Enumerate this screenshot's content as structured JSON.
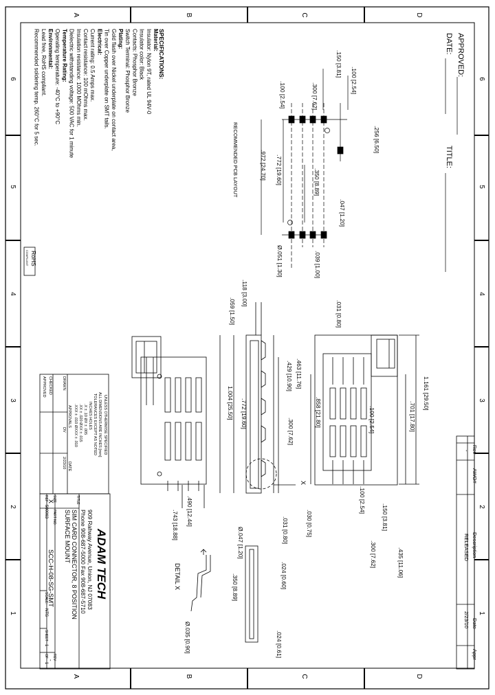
{
  "title_block": {
    "company": "ADAM TECH",
    "address": "909 Rahway Avenue, Union, NJ 07083",
    "phone": "Phone 908-687-5000  Fax 908-687-5710",
    "title_label": "TITLE",
    "title_line1": "SIM CARD CONNECTOR, 8 POSITION",
    "title_line2": "SURFACE MOUNT",
    "size_label": "SIZE",
    "size_value": "X",
    "part_label": "PART NO.",
    "part_no": "SCC-H-08-SG-SMT",
    "ref_label": "REF",
    "ref_value": "500063",
    "scale_label": "SCALE:",
    "scale_value": "NTS",
    "sheet_label": "SHEET",
    "sheet_value": "1",
    "of_label": "OF",
    "of_value": "1",
    "rev_label": "REV",
    "rev_value": "-"
  },
  "tolerance_block": {
    "lines": [
      "UNLESS OTHERWISE SPECIFIED",
      "ALL DIMENSIONS ARE INCHES [mm]",
      "TOLERANCES EXCEPT AS NOTED",
      "INCHES        HOLES"
    ],
    "tol_rows": [
      ".X   ± .10   ØX  ± .005",
      ".XX  ± .020  ØXX ± .015",
      ".XXX ± .010  ØXXX ± .010"
    ],
    "approvals_label": "APPROVALS",
    "date_label": "DATE",
    "drawn_label": "DRAWN",
    "drawn_by": "DV",
    "drawn_date": "2/23/10",
    "checked_label": "CHECKED",
    "approved_label": "APPROVED"
  },
  "revision_block": {
    "headers": [
      "Rev",
      "AWO#",
      "Description",
      "Date",
      "Appr"
    ],
    "row": [
      "-",
      "",
      "RELEASED",
      "2/23/10",
      ""
    ]
  },
  "approval_stamp": {
    "approved": "APPROVED:",
    "date": "DATE:",
    "title": "TITLE:"
  },
  "specifications": {
    "heading": "SPECIFICATIONS:",
    "lines": [
      {
        "t": "Material:",
        "bold": true
      },
      {
        "t": "Insulator: Nylon 9T, rated UL 94V-0",
        "bold": false
      },
      {
        "t": "Insulator color: Black",
        "bold": false
      },
      {
        "t": "Contacts: Phosphor Bronze",
        "bold": false
      },
      {
        "t": "Switch Terminal: Phosphor Bronze",
        "bold": false
      },
      {
        "t": "Plating:",
        "bold": true
      },
      {
        "t": "Gold flash over Nickel underplate on contact area,",
        "bold": false
      },
      {
        "t": "Tin over Copper underplate on SMT tails.",
        "bold": false
      },
      {
        "t": "Electrical:",
        "bold": true
      },
      {
        "t": "Current rating: 0.5 Amps max.",
        "bold": false
      },
      {
        "t": "Contact resistance: 100 mOhms max.",
        "bold": false
      },
      {
        "t": "Insulation resistance: 1000 MOhms min.",
        "bold": false
      },
      {
        "t": "Dielectric withstanding voltage: 500 VAC for 1 minute",
        "bold": false
      },
      {
        "t": "Temperature Rating:",
        "bold": true
      },
      {
        "t": "Operating temperature: -40°C to +90°C",
        "bold": false
      },
      {
        "t": "Environmental:",
        "bold": true
      },
      {
        "t": "Lead free, RoHS compliant.",
        "bold": false
      },
      {
        "t": "Recommended soldering temp. 260°C for 5 sec.",
        "bold": false
      }
    ],
    "rohs": "RoHS",
    "rohs_sub": "COMPLIANT"
  },
  "pcb_layout": {
    "label": "RECOMMENDED PCB LAYOUT",
    "dims": [
      ".150 [3.81]",
      ".100 [2.54]",
      ".100 [2.54]",
      ".300 [7.62]",
      ".256 [6.50]",
      ".350 [8.89]",
      ".772 [19.60]",
      ".972 [24.70]",
      ".047 [1.20]",
      ".039 [1.00]",
      "Ø.051 [1.30]"
    ]
  },
  "top_view": {
    "dims": [
      "1.161 [29.50]",
      ".701 [17.80]",
      ".858 [21.80]",
      ".100 [2.54]",
      ".100 [2.54]",
      ".150 [3.81]",
      ".300 [7.62]",
      ".435 [11.06]",
      ".031 [0.80]"
    ]
  },
  "side_view": {
    "dims": [
      ".118 [3.00]",
      ".059 [1.50]",
      ".463 [11.76]",
      ".429 [10.90]",
      ".300 [7.62]",
      ".772 [19.60]",
      "1.004 [25.50]",
      ".030 [0.75]",
      ".031 [0.80]",
      "Ø.047 [1.20]",
      ".024 [0.60]",
      ".350 [8.89]",
      ".024 [0.61]",
      "Ø.035 [0.90]"
    ],
    "detail_label": "DETAIL  X",
    "callout": "X"
  },
  "bottom_view": {
    "dims": [
      ".490 [12.44]",
      ".743 [18.88]"
    ]
  },
  "border": {
    "letters": [
      "A",
      "B",
      "C",
      "D"
    ],
    "numbers": [
      "6",
      "5",
      "4",
      "3",
      "2",
      "1"
    ]
  }
}
